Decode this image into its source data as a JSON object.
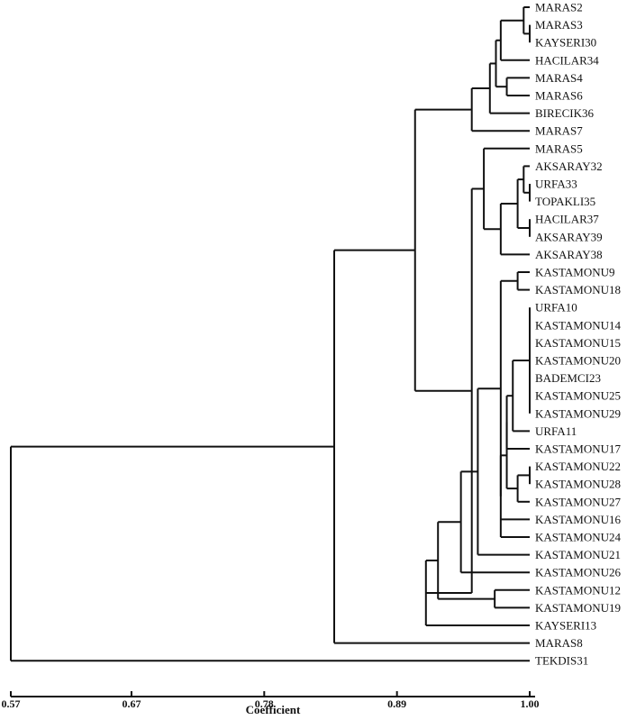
{
  "chart_data": {
    "type": "dendrogram",
    "xlabel": "Coefficient",
    "xlim": [
      0.57,
      1.0
    ],
    "ticks": [
      "0.57",
      "0.67",
      "0.78",
      "0.89",
      "1.00"
    ],
    "leaves": [
      "MARAS2",
      "MARAS3",
      "KAYSERI30",
      "HACILAR34",
      "MARAS4",
      "MARAS6",
      "BIRECIK36",
      "MARAS7",
      "MARAS5",
      "AKSARAY32",
      "URFA33",
      "TOPAKLI35",
      "HACILAR37",
      "AKSARAY39",
      "AKSARAY38",
      "KASTAMONU9",
      "KASTAMONU18",
      "URFA10",
      "KASTAMONU14",
      "KASTAMONU15",
      "KASTAMONU20",
      "BADEMCI23",
      "KASTAMONU25",
      "KASTAMONU29",
      "URFA11",
      "KASTAMONU17",
      "KASTAMONU22",
      "KASTAMONU28",
      "KASTAMONU27",
      "KASTAMONU16",
      "KASTAMONU24",
      "KASTAMONU21",
      "KASTAMONU26",
      "KASTAMONU12",
      "KASTAMONU19",
      "KAYSERI13",
      "MARAS8",
      "TEKDIS31"
    ],
    "merges": [
      {
        "id": "c1",
        "children": [
          "MARAS3",
          "KAYSERI30"
        ],
        "height": 1.0
      },
      {
        "id": "c2",
        "children": [
          "MARAS2",
          "c1"
        ],
        "height": 0.995
      },
      {
        "id": "c3",
        "children": [
          "c2",
          "HACILAR34"
        ],
        "height": 0.976
      },
      {
        "id": "c4",
        "children": [
          "MARAS4",
          "MARAS6"
        ],
        "height": 0.981
      },
      {
        "id": "c5",
        "children": [
          "c3",
          "c4"
        ],
        "height": 0.972
      },
      {
        "id": "c6",
        "children": [
          "c5",
          "BIRECIK36"
        ],
        "height": 0.967
      },
      {
        "id": "c7",
        "children": [
          "c6",
          "MARAS7"
        ],
        "height": 0.952
      },
      {
        "id": "c8",
        "children": [
          "URFA33",
          "TOPAKLI35"
        ],
        "height": 1.0
      },
      {
        "id": "c9",
        "children": [
          "AKSARAY32",
          "c8"
        ],
        "height": 0.995
      },
      {
        "id": "c10",
        "children": [
          "HACILAR37",
          "AKSARAY39"
        ],
        "height": 1.0
      },
      {
        "id": "c11",
        "children": [
          "c9",
          "c10"
        ],
        "height": 0.99
      },
      {
        "id": "c12",
        "children": [
          "c11",
          "AKSARAY38"
        ],
        "height": 0.976
      },
      {
        "id": "c13",
        "children": [
          "MARAS5",
          "c12"
        ],
        "height": 0.962
      },
      {
        "id": "c14",
        "children": [
          "KASTAMONU9",
          "KASTAMONU18"
        ],
        "height": 0.99
      },
      {
        "id": "c15",
        "children": [
          "URFA10",
          "KASTAMONU14",
          "KASTAMONU15",
          "KASTAMONU20",
          "BADEMCI23",
          "KASTAMONU25",
          "KASTAMONU29"
        ],
        "height": 1.0
      },
      {
        "id": "c16",
        "children": [
          "c15",
          "URFA11"
        ],
        "height": 0.986
      },
      {
        "id": "c17",
        "children": [
          "c16",
          "KASTAMONU17"
        ],
        "height": 0.981
      },
      {
        "id": "c18",
        "children": [
          "KASTAMONU22",
          "KASTAMONU28"
        ],
        "height": 1.0
      },
      {
        "id": "c19",
        "children": [
          "c18",
          "KASTAMONU27"
        ],
        "height": 0.99
      },
      {
        "id": "c20",
        "children": [
          "c17",
          "c19"
        ],
        "height": 0.981
      },
      {
        "id": "c21",
        "children": [
          "c20",
          "KASTAMONU16",
          "KASTAMONU24"
        ],
        "height": 0.976
      },
      {
        "id": "c22",
        "children": [
          "c14",
          "c21"
        ],
        "height": 0.976
      },
      {
        "id": "c23",
        "children": [
          "c22",
          "KASTAMONU21"
        ],
        "height": 0.957
      },
      {
        "id": "c24",
        "children": [
          "c23",
          "KASTAMONU26"
        ],
        "height": 0.943
      },
      {
        "id": "c25",
        "children": [
          "KASTAMONU12",
          "KASTAMONU19"
        ],
        "height": 0.971
      },
      {
        "id": "c26",
        "children": [
          "c24",
          "c25"
        ],
        "height": 0.924
      },
      {
        "id": "c27",
        "children": [
          "c26",
          "KAYSERI13"
        ],
        "height": 0.914
      },
      {
        "id": "c28",
        "children": [
          "c13",
          "c27"
        ],
        "height": 0.952
      },
      {
        "id": "c29",
        "children": [
          "c7",
          "c28"
        ],
        "height": 0.905
      },
      {
        "id": "c30",
        "children": [
          "c29",
          "MARAS8"
        ],
        "height": 0.838
      },
      {
        "id": "c31",
        "children": [
          "c30",
          "TEKDIS31"
        ],
        "height": 0.57
      }
    ]
  }
}
